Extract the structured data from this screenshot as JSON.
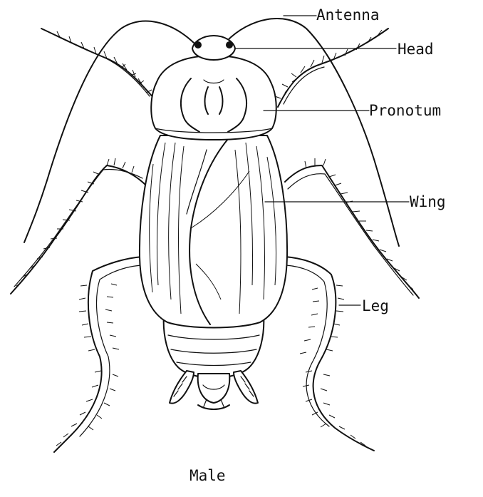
{
  "labels": {
    "antenna": "Antenna",
    "head": "Head",
    "pronotum": "Pronotum",
    "wing": "Wing",
    "leg": "Leg"
  },
  "caption": "Male",
  "colors": {
    "ink": "#111111",
    "background": "#ffffff"
  }
}
